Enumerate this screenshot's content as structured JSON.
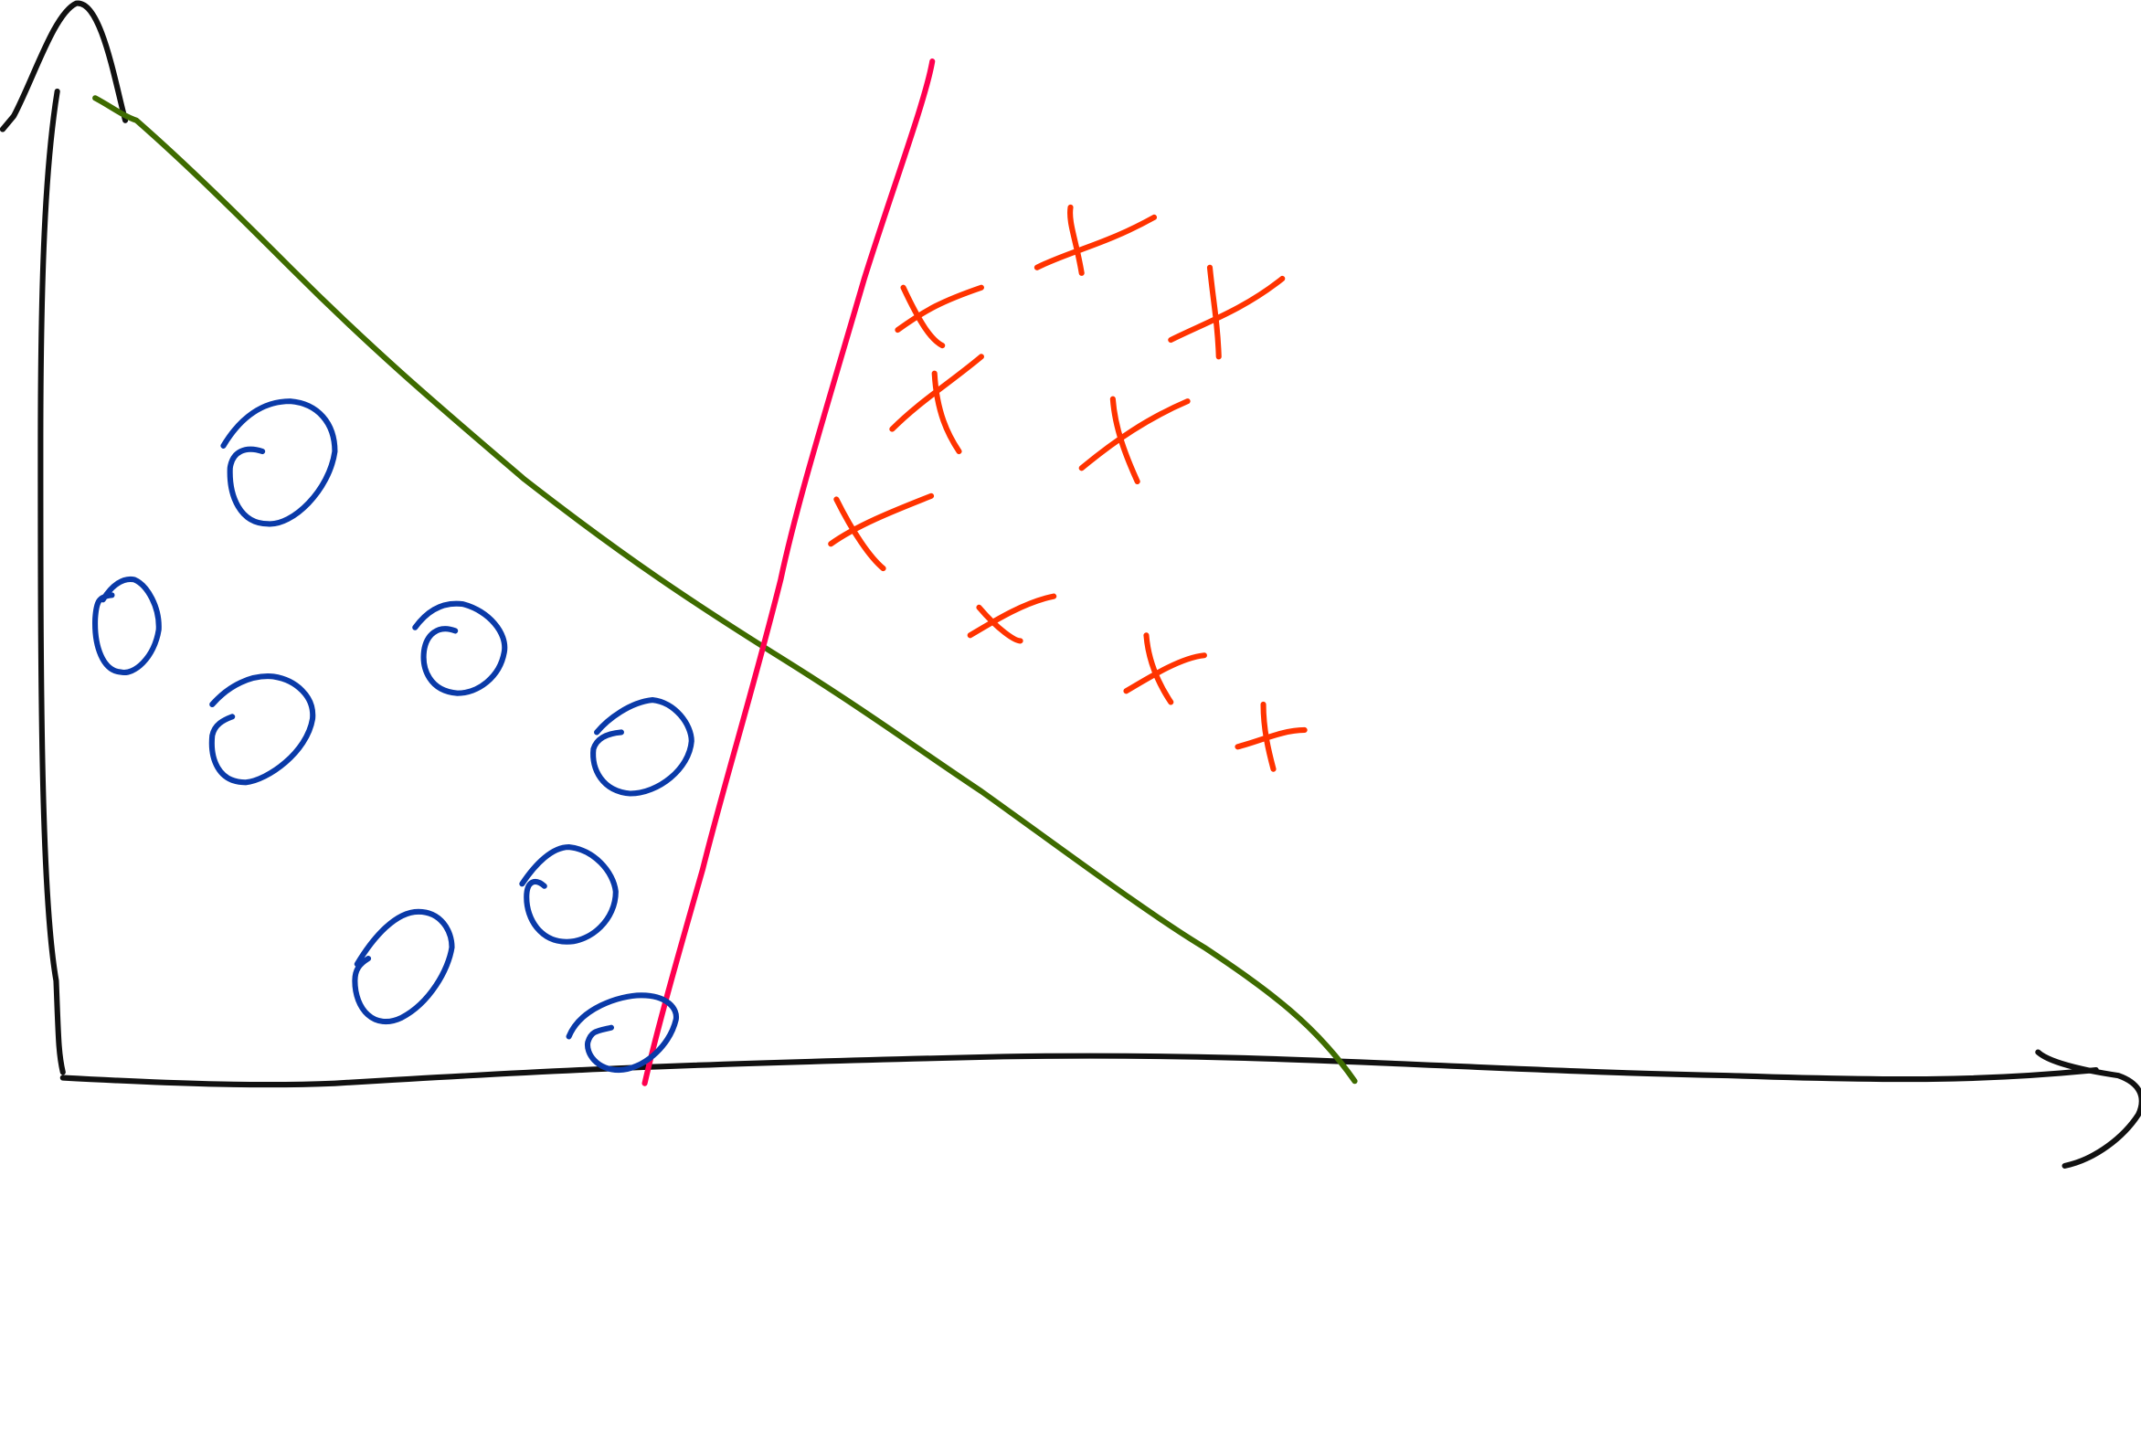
{
  "diagram": {
    "type": "hand-drawn classification sketch",
    "classes": [
      {
        "name": "circles",
        "marker": "O",
        "count": 8,
        "color": "#0a3aa8"
      },
      {
        "name": "crosses",
        "marker": "X",
        "count": 9,
        "color": "#ff3300"
      }
    ],
    "lines": [
      {
        "name": "green-boundary",
        "color": "#3e6b00"
      },
      {
        "name": "pink-boundary",
        "color": "#ff0050"
      }
    ],
    "axes_color": "#111111"
  }
}
